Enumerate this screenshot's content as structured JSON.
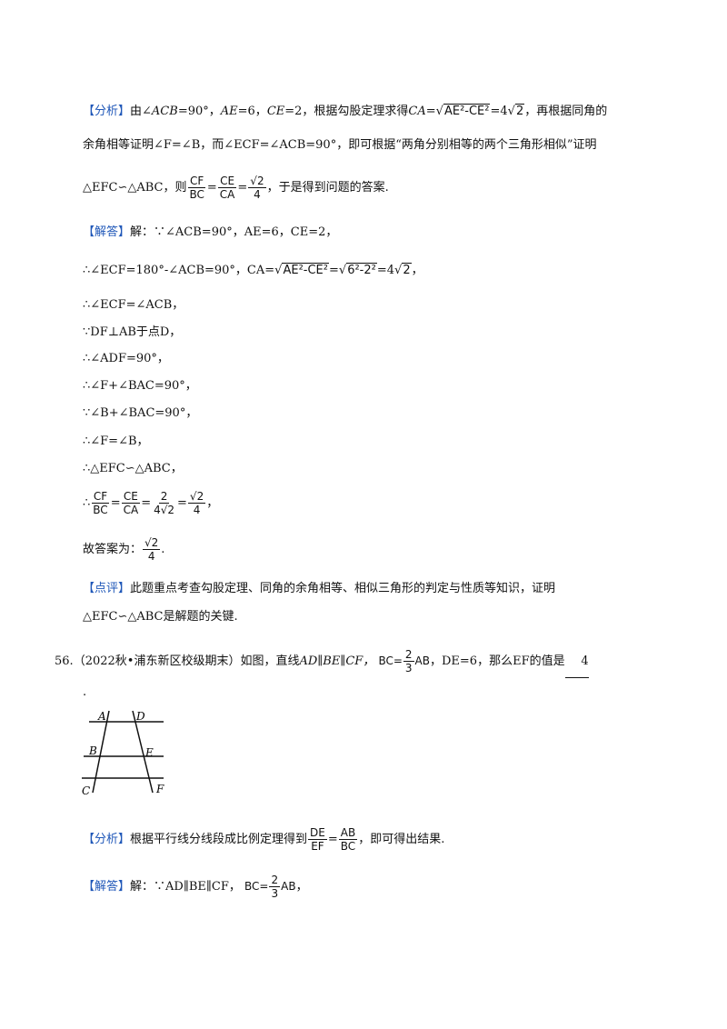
{
  "analysis1": {
    "tag": "【分析】",
    "l1_a": "由∠",
    "l1_b": "ACB",
    "l1_c": "=90°，",
    "l1_d": "AE",
    "l1_e": "=6，",
    "l1_f": "CE",
    "l1_g": "=2，根据勾股定理求得",
    "l1_h": "CA",
    "l1_i": "=",
    "l1_rad": "AE²-CE²",
    "l1_j": "=4",
    "l1_k": "2",
    "l1_l": "，再根据同角的",
    "l2": "余角相等证明∠F=∠B，而∠ECF=∠ACB=90°，即可根据“两角分别相等的两个三角形相似”证明",
    "l3_a": "△EFC∽△ABC，则",
    "l3_f1n": "CF",
    "l3_f1d": "BC",
    "l3_f2n": "CE",
    "l3_f2d": "CA",
    "l3_f3n": "√2",
    "l3_f3d": "4",
    "l3_b": "，于是得到问题的答案."
  },
  "solution1": {
    "tag": "【解答】",
    "l1": "解：∵∠ACB=90°，AE=6，CE=2，",
    "l2_a": "∴∠ECF=180°-∠ACB=90°，CA=",
    "l2_r1": "AE²-CE²",
    "l2_eq": "=",
    "l2_r2": "6²-2²",
    "l2_b": "=4",
    "l2_r3": "2",
    "l2_c": "，",
    "l3": "∴∠ECF=∠ACB，",
    "l4": "∵DF⊥AB于点D，",
    "l5": "∴∠ADF=90°，",
    "l6": "∴∠F+∠BAC=90°，",
    "l7": "∵∠B+∠BAC=90°，",
    "l8": "∴∠F=∠B，",
    "l9": "∴△EFC∽△ABC，",
    "l10_a": "∴",
    "l10_f1n": "CF",
    "l10_f1d": "BC",
    "l10_f2n": "CE",
    "l10_f2d": "CA",
    "l10_f3n": "2",
    "l10_f3d": "4√2",
    "l10_f4n": "√2",
    "l10_f4d": "4",
    "l10_b": "，",
    "l11_a": "故答案为：",
    "l11_fn": "√2",
    "l11_fd": "4",
    "l11_b": "."
  },
  "comment1": {
    "tag": "【点评】",
    "l1": "此题重点考查勾股定理、同角的余角相等、相似三角形的判定与性质等知识，证明",
    "l2": "△EFC∽△ABC是解题的关键."
  },
  "q56": {
    "num": "56.",
    "src": "（2022秋•浦东新区校级期末）如图，直线",
    "cond": "AD∥BE∥CF，",
    "ratio_a": "BC=",
    "ratio_fn": "2",
    "ratio_fd": "3",
    "ratio_b": "AB",
    "mid": "，DE=6，那么EF的值是",
    "answer": "4",
    "end": "."
  },
  "figure": {
    "labels": [
      "A",
      "D",
      "B",
      "E",
      "C",
      "F"
    ]
  },
  "analysis2": {
    "tag": "【分析】",
    "a": "根据平行线分线段成比例定理得到",
    "f1n": "DE",
    "f1d": "EF",
    "eq": "=",
    "f2n": "AB",
    "f2d": "BC",
    "b": "，即可得出结果."
  },
  "solution2": {
    "tag": "【解答】",
    "a": "解：∵AD∥BE∥CF，",
    "ratio_a": "BC=",
    "fn": "2",
    "fd": "3",
    "ratio_b": "AB",
    "b": "，"
  }
}
